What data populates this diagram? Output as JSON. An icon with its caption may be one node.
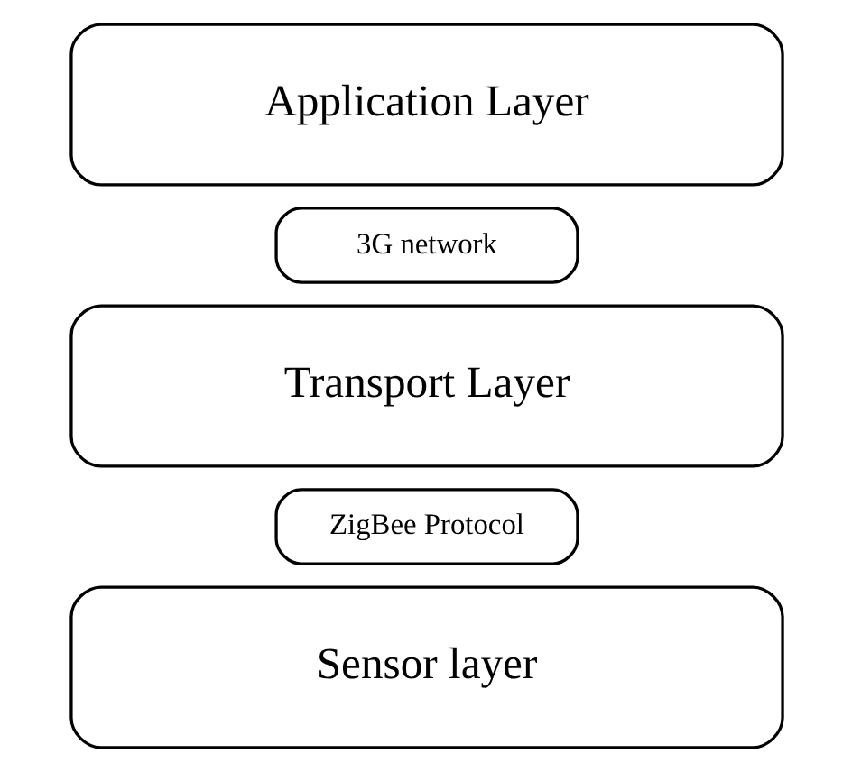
{
  "diagram": {
    "nodes": [
      {
        "text": [
          "Application Layer"
        ]
      },
      {
        "text": [
          "3G network"
        ]
      },
      {
        "text": [
          "Transport Layer"
        ]
      },
      {
        "text": [
          "ZigBee Protocol"
        ]
      },
      {
        "text": [
          "Sensor layer"
        ]
      }
    ]
  }
}
